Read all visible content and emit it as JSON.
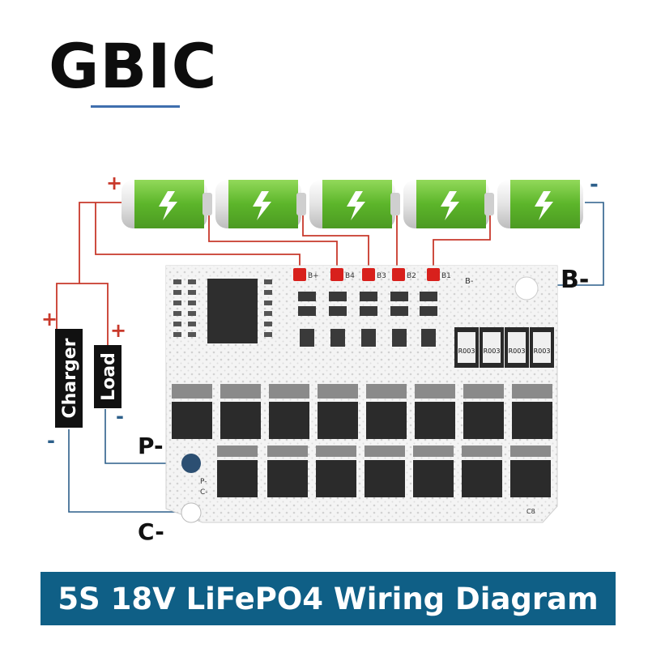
{
  "brand": {
    "logo_text": "GBIC"
  },
  "batteries": {
    "count": 5,
    "plus_sign": "+",
    "minus_sign": "-"
  },
  "board": {
    "pad_labels": [
      "B+",
      "B4",
      "B3",
      "B2",
      "B1"
    ],
    "minus_pad_label": "B-",
    "side_pads": [
      "P-",
      "C-"
    ],
    "chip_codes": [
      "R003",
      "R003",
      "R003",
      "R003"
    ],
    "small_code": "C8"
  },
  "labels": {
    "b_minus": "B-",
    "p_minus": "P-",
    "c_minus": "C-",
    "charger": "Charger",
    "load": "Load",
    "charger_plus": "+",
    "charger_minus": "-",
    "load_plus": "+",
    "load_minus": "-"
  },
  "banner": {
    "title": "5S 18V LiFePO4 Wiring Diagram"
  },
  "colors": {
    "wire_red": "#c8392b",
    "wire_blue": "#2c5f8a",
    "battery_green": "#6fc23a",
    "banner_bg": "#0f5f86",
    "pad_red": "#d8201c",
    "mosfet": "#2b2b2b"
  }
}
